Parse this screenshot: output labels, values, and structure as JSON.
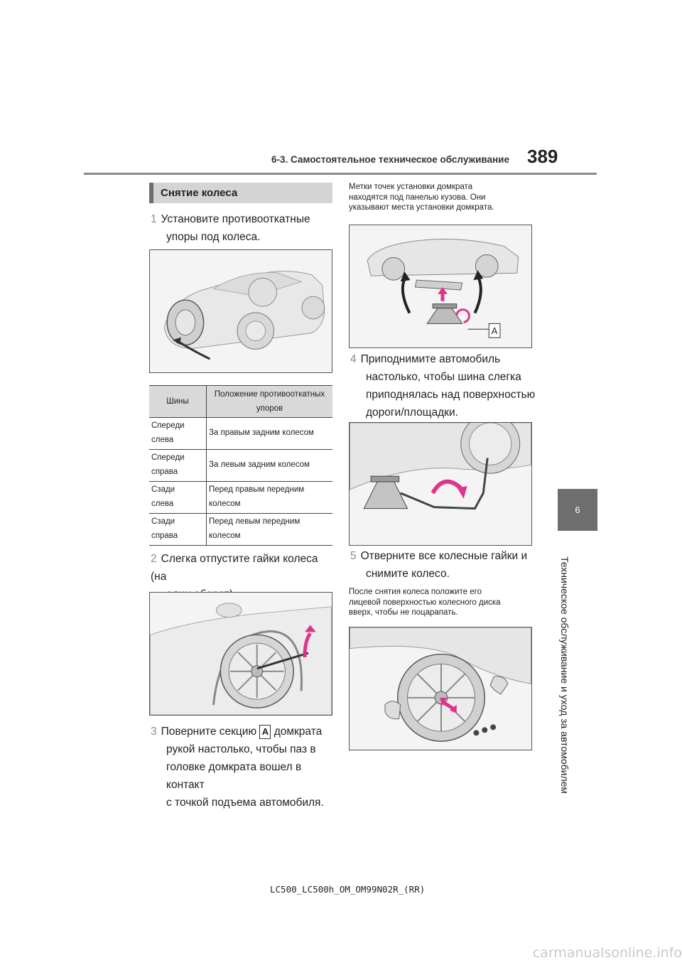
{
  "header": {
    "section_title": "6-3. Самостоятельное техническое обслуживание",
    "page_number": "389"
  },
  "side_tab": {
    "chapter_number": "6",
    "chapter_title": "Техническое обслуживание и уход за автомобилем"
  },
  "section": {
    "heading": "Снятие колеса"
  },
  "steps": [
    {
      "num": "1",
      "lines": [
        "Установите противооткатные",
        "упоры под колеса."
      ]
    },
    {
      "num": "2",
      "lines": [
        "Слегка отпустите гайки колеса (на",
        "один оборот)."
      ]
    },
    {
      "num": "3",
      "lines": [
        "Поверните секцию",
        "домкрата",
        "рукой настолько, чтобы паз в",
        "головке домкрата вошел в контакт",
        "с точкой подъема автомобиля."
      ]
    },
    {
      "num": "4",
      "lines": [
        "Приподнимите автомобиль",
        "настолько, чтобы шина слегка",
        "приподнялась над поверхностью",
        "дороги/площадки."
      ]
    },
    {
      "num": "5",
      "lines": [
        "Отверните все колесные гайки и",
        "снимите колесо."
      ]
    }
  ],
  "label_a": "A",
  "table": {
    "headers": [
      "Шины",
      "Положение противооткатных упоров"
    ],
    "rows": [
      {
        "tire_1": "Спереди",
        "tire_2": "слева",
        "pos_1": "За правым задним колесом",
        "pos_2": ""
      },
      {
        "tire_1": "Спереди",
        "tire_2": "справа",
        "pos_1": "За левым задним колесом",
        "pos_2": ""
      },
      {
        "tire_1": "Сзади",
        "tire_2": "слева",
        "pos_1": "Перед правым передним",
        "pos_2": "колесом"
      },
      {
        "tire_1": "Сзади",
        "tire_2": "справа",
        "pos_1": "Перед левым передним",
        "pos_2": "колесом"
      }
    ]
  },
  "notes": {
    "jack_points": [
      "Метки точек установки домкрата",
      "находятся под панелью кузова. Они",
      "указывают места установки домкрата."
    ],
    "after_removal": [
      "После снятия колеса положите его",
      "лицевой поверхностью колесного диска",
      "вверх, чтобы не поцарапать."
    ]
  },
  "footer": {
    "doc_code": "LC500_LC500h_OM_OM99N02R_(RR)"
  },
  "watermark": "carmanualsonline.info",
  "colors": {
    "arrow_pink": "#e0338a",
    "tab_gray": "#6e6e6e",
    "heading_bg": "#d4d4d4"
  }
}
